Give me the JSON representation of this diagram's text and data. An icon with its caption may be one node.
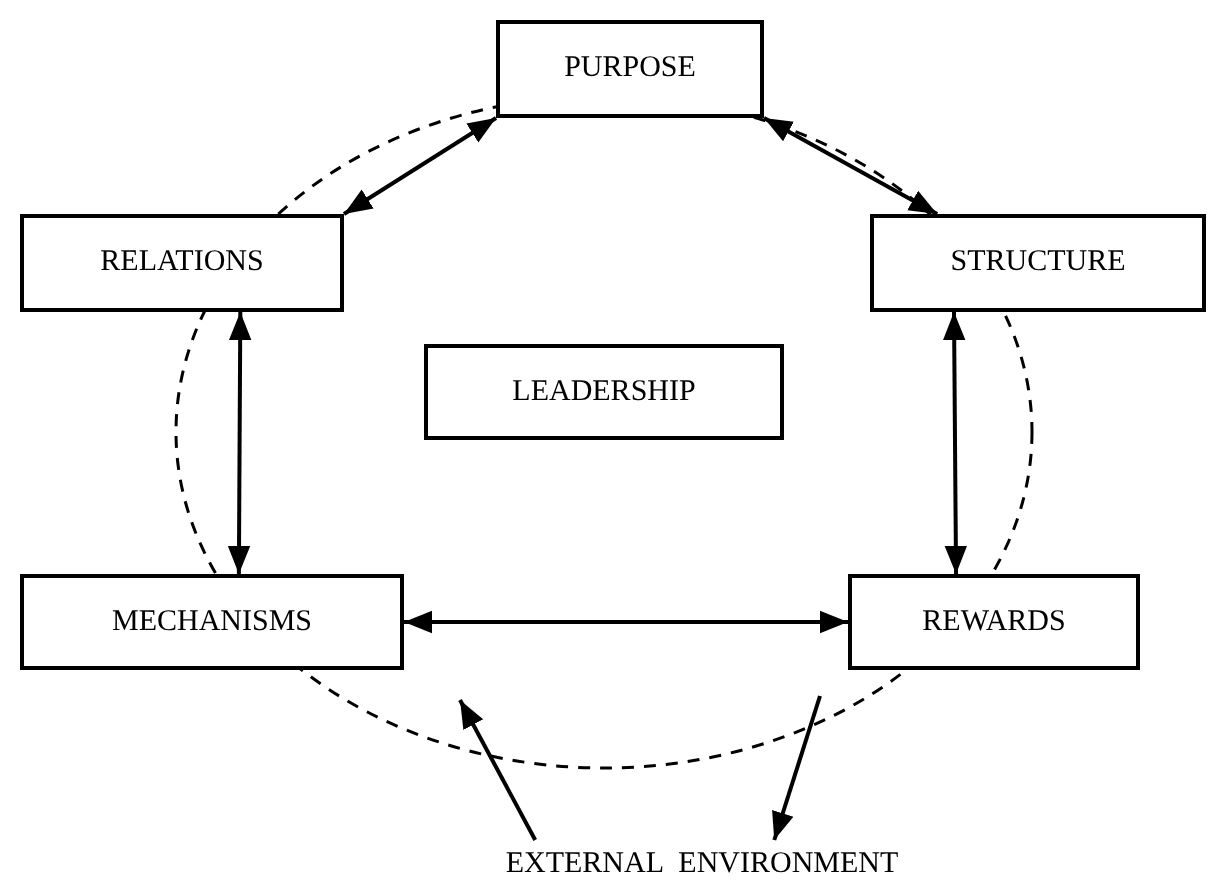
{
  "diagram": {
    "nodes": [
      {
        "text": [
          "PURPOSE"
        ]
      },
      {
        "text": [
          "RELATIONS"
        ]
      },
      {
        "text": [
          "STRUCTURE"
        ]
      },
      {
        "text": [
          "LEADERSHIP"
        ]
      },
      {
        "text": [
          "MECHANISMS"
        ]
      },
      {
        "text": [
          "REWARDS"
        ]
      },
      {
        "text": [
          "EXTERNAL ENVIRONMENT"
        ]
      }
    ],
    "edges": [
      {
        "from": 1,
        "to": 0,
        "arrow": "both"
      },
      {
        "from": 0,
        "to": 2,
        "arrow": "both"
      },
      {
        "from": 1,
        "to": 4,
        "arrow": "both"
      },
      {
        "from": 2,
        "to": 5,
        "arrow": "both"
      },
      {
        "from": 4,
        "to": 5,
        "arrow": "both"
      },
      {
        "from": 6,
        "to": null,
        "arrow": "to"
      },
      {
        "from": null,
        "to": 6,
        "arrow": "to"
      }
    ]
  }
}
